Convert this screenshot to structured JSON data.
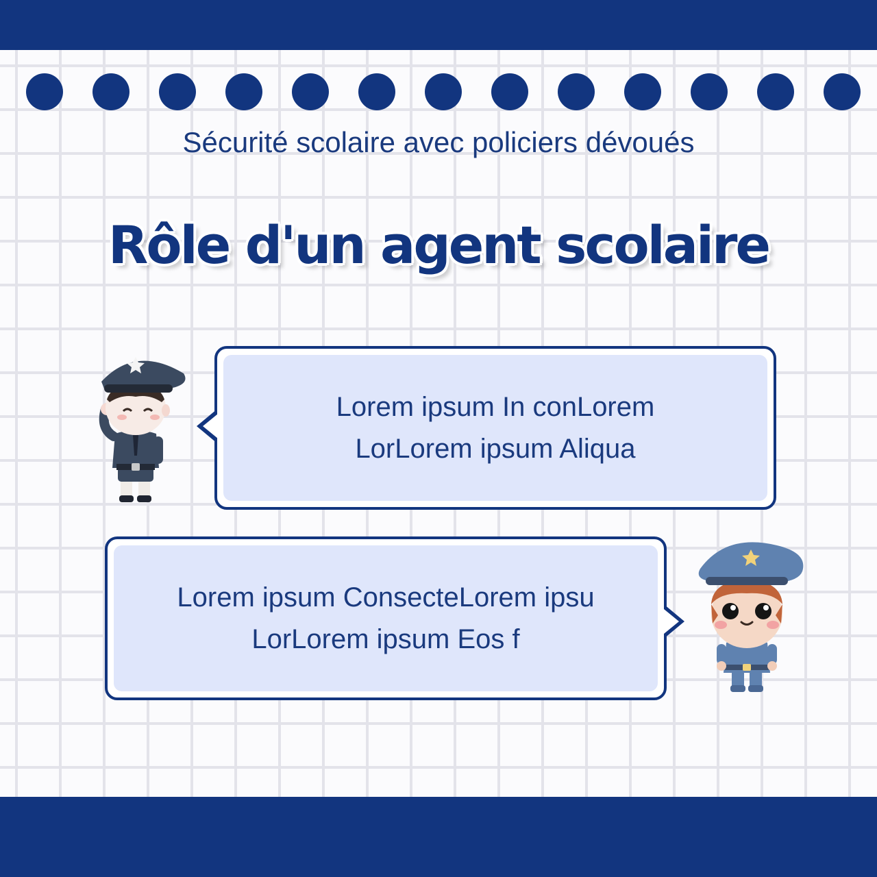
{
  "header": {
    "dot_count": 13,
    "subtitle": "Sécurité scolaire avec policiers dévoués",
    "title": "Rôle d'un agent scolaire"
  },
  "bubbles": [
    {
      "line1": "Lorem ipsum In conLorem",
      "line2": "LorLorem ipsum Aliqua"
    },
    {
      "line1": "Lorem ipsum ConsecteLorem ipsu",
      "line2": "LorLorem ipsum Eos f"
    }
  ],
  "colors": {
    "primary": "#12357f",
    "bubble_fill": "#dfe6fb",
    "grid_line": "#e3e3ea",
    "background": "#fbfbfd"
  },
  "icons": {
    "officer_left": "police-officer-saluting-icon",
    "officer_right": "police-officer-smiling-icon"
  }
}
